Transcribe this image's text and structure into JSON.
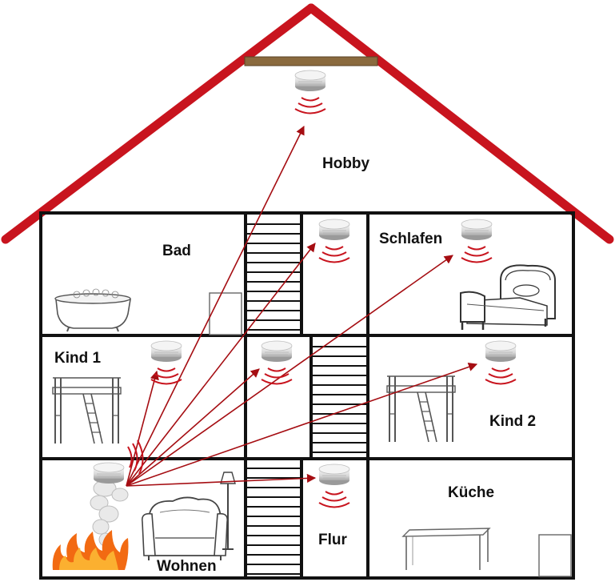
{
  "rooms": {
    "hobby": "Hobby",
    "bad": "Bad",
    "schlafen": "Schlafen",
    "kind1": "Kind 1",
    "kind2": "Kind 2",
    "kueche": "Küche",
    "flur": "Flur",
    "wohnen": "Wohnen"
  },
  "colors": {
    "roof": "#c8141e",
    "arrow": "#a50d12",
    "wall": "#111111",
    "beam": "#8a6a3e",
    "fire": "#f26a12",
    "detector": "#e6e6e6"
  },
  "icons": {
    "detector": "smoke-detector-icon",
    "signal": "alarm-wave-icon",
    "fire": "fire-icon",
    "smoke": "smoke-icon"
  }
}
